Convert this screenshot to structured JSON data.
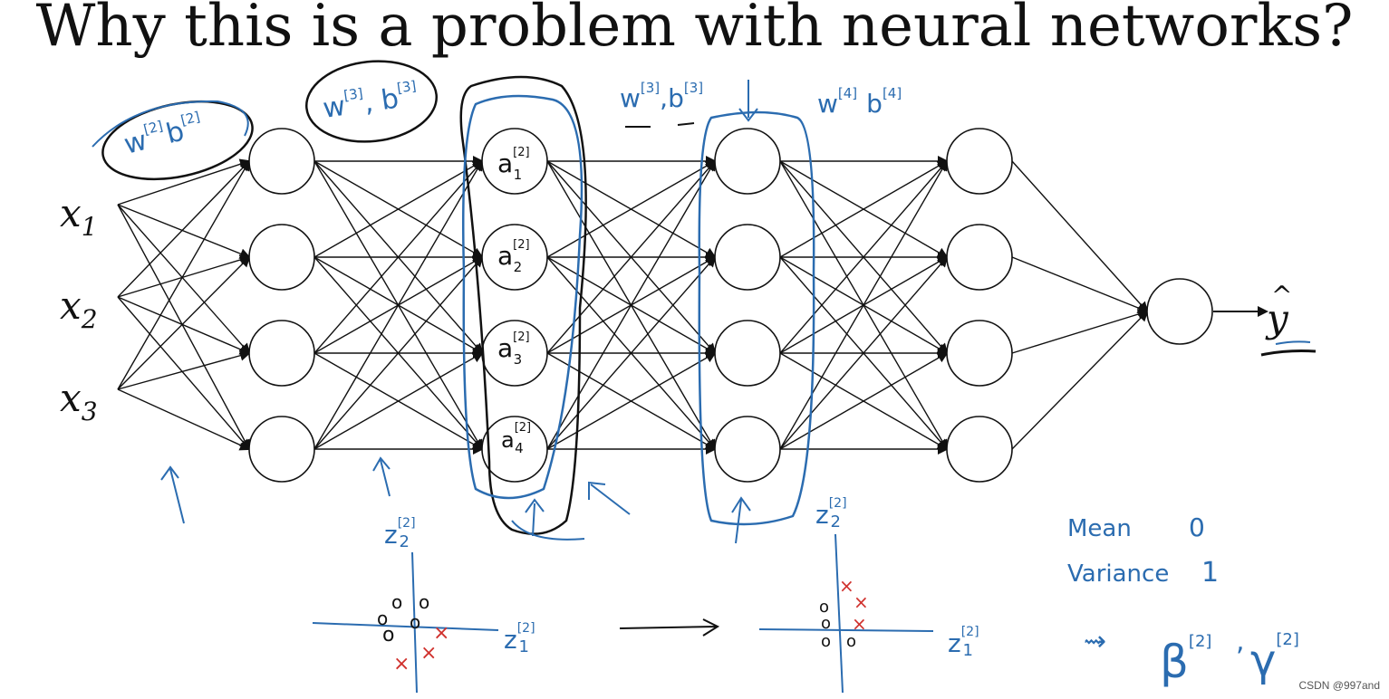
{
  "title": "Why this is a problem with neural networks?",
  "inputs": [
    "x",
    "x",
    "x"
  ],
  "input_subscripts": [
    "1",
    "2",
    "3"
  ],
  "output": {
    "label": "y",
    "hat": "^"
  },
  "weights": [
    {
      "w": "w",
      "w_sup": "[2]",
      "b": "b",
      "b_sup": "[2]"
    },
    {
      "w": "w",
      "w_sup": "[3]",
      "b": "b",
      "b_sup": "[3]"
    },
    {
      "w": "w",
      "w_sup": "[3]",
      "b": "b",
      "b_sup": "[3]"
    },
    {
      "w": "w",
      "w_sup": "[4]",
      "b": "b",
      "b_sup": "[4]"
    }
  ],
  "activations": [
    {
      "a": "a",
      "sup": "[2]",
      "sub": "1"
    },
    {
      "a": "a",
      "sup": "[2]",
      "sub": "2"
    },
    {
      "a": "a",
      "sup": "[2]",
      "sub": "3"
    },
    {
      "a": "a",
      "sup": "[2]",
      "sub": "4"
    }
  ],
  "plot_labels": {
    "z": "z",
    "sup": "[2]",
    "left_y_sub": "2",
    "left_x_sub": "1",
    "right_y_sub": "2",
    "right_x_sub": "1"
  },
  "notes": {
    "mean_label": "Mean",
    "mean_value": "0",
    "variance_label": "Variance",
    "variance_value": "1",
    "arrow": "⇝",
    "beta": "β",
    "gamma": "γ",
    "sup": "[2]",
    "comma": ","
  },
  "markers": {
    "circle": "o",
    "cross": "×"
  },
  "colors": {
    "ink": "#111111",
    "pen_blue": "#2b6cb0",
    "pen_red": "#d0312d"
  },
  "credit": "CSDN @997and"
}
